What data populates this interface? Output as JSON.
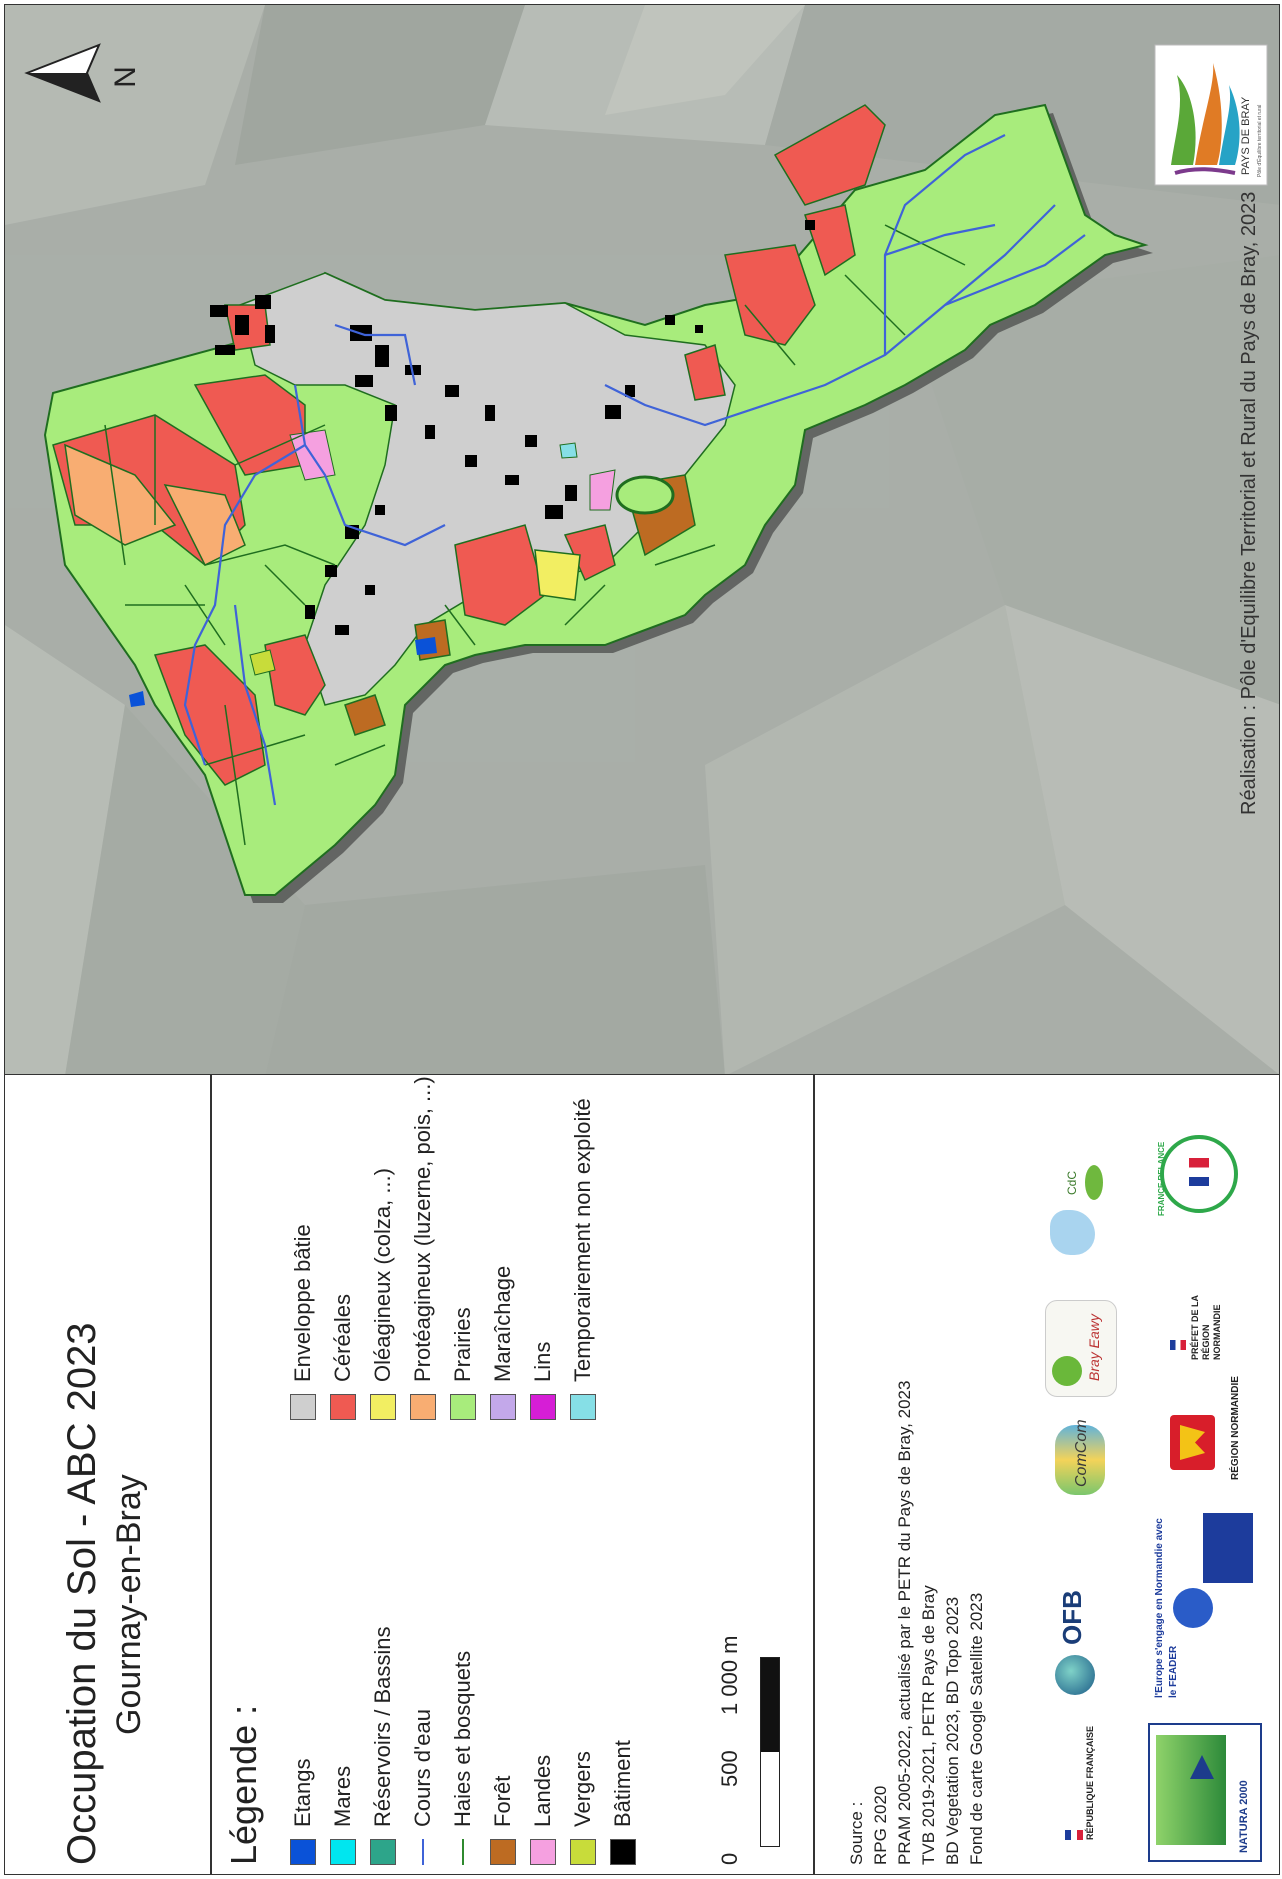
{
  "map": {
    "north_label": "N",
    "credit": "Réalisation : Pôle d'Equilibre Territorial et Rural du Pays de Bray, 2023",
    "logo_text": "PAYS DE BRAY",
    "logo_subtext": "Pôle d'Équilibre territorial et rural"
  },
  "title": {
    "main": "Occupation du Sol - ABC 2023",
    "sub": "Gournay-en-Bray"
  },
  "legend": {
    "heading": "Légende :",
    "left_items": [
      {
        "label": "Etangs",
        "color": "#0a52d8",
        "kind": "fill"
      },
      {
        "label": "Mares",
        "color": "#00e6ef",
        "kind": "fill"
      },
      {
        "label": "Réservoirs / Bassins",
        "color": "#2da58a",
        "kind": "fill"
      },
      {
        "label": "Cours d'eau",
        "color": "#3f63d8",
        "kind": "line"
      },
      {
        "label": "Haies et bosquets",
        "color": "#2f8a2f",
        "kind": "line"
      },
      {
        "label": "Forêt",
        "color": "#bd6b22",
        "kind": "fill"
      },
      {
        "label": "Landes",
        "color": "#f5a0e0",
        "kind": "fill"
      },
      {
        "label": "Vergers",
        "color": "#c8dc3a",
        "kind": "fill"
      },
      {
        "label": "Bâtiment",
        "color": "#000000",
        "kind": "fill"
      }
    ],
    "right_items": [
      {
        "label": "Enveloppe bâtie",
        "color": "#cfcfcf",
        "kind": "fill"
      },
      {
        "label": "Céréales",
        "color": "#ef5a52",
        "kind": "fill"
      },
      {
        "label": "Oléagineux (colza, ...)",
        "color": "#f2ee62",
        "kind": "fill"
      },
      {
        "label": "Protéagineux (luzerne, pois, ...)",
        "color": "#f8ad72",
        "kind": "fill"
      },
      {
        "label": "Prairies",
        "color": "#a8ec7c",
        "kind": "fill"
      },
      {
        "label": "Maraîchage",
        "color": "#c3a8ea",
        "kind": "fill"
      },
      {
        "label": "Lins",
        "color": "#d61ed6",
        "kind": "fill"
      },
      {
        "label": "Temporairement non exploité",
        "color": "#86dfe6",
        "kind": "fill"
      }
    ]
  },
  "scale": {
    "labels": [
      "0",
      "500",
      "1 000 m"
    ]
  },
  "sources": {
    "heading": "Source :",
    "lines": [
      "RPG 2020",
      "PRAM 2005-2022, actualisé par le PETR du Pays de Bray, 2023",
      "TVB 2019-2021, PETR Pays de Bray",
      "BD Vegetation 2023, BD Topo 2023",
      "Fond de carte Google Satellite 2023"
    ]
  },
  "logos": {
    "republique": "RÉPUBLIQUE FRANÇAISE",
    "natura": "NATURA 2000",
    "ofb": "OFB",
    "europe": "l'Europe s'engage en Normandie avec le FEADER",
    "normandie": "RÉGION NORMANDIE",
    "prefet": "PRÉFET DE LA RÉGION NORMANDIE",
    "france_relance": "FRANCE RELANCE",
    "comcom": "ComCom",
    "bray_eawy": "Bray Eawy",
    "cdc": "CdC"
  }
}
